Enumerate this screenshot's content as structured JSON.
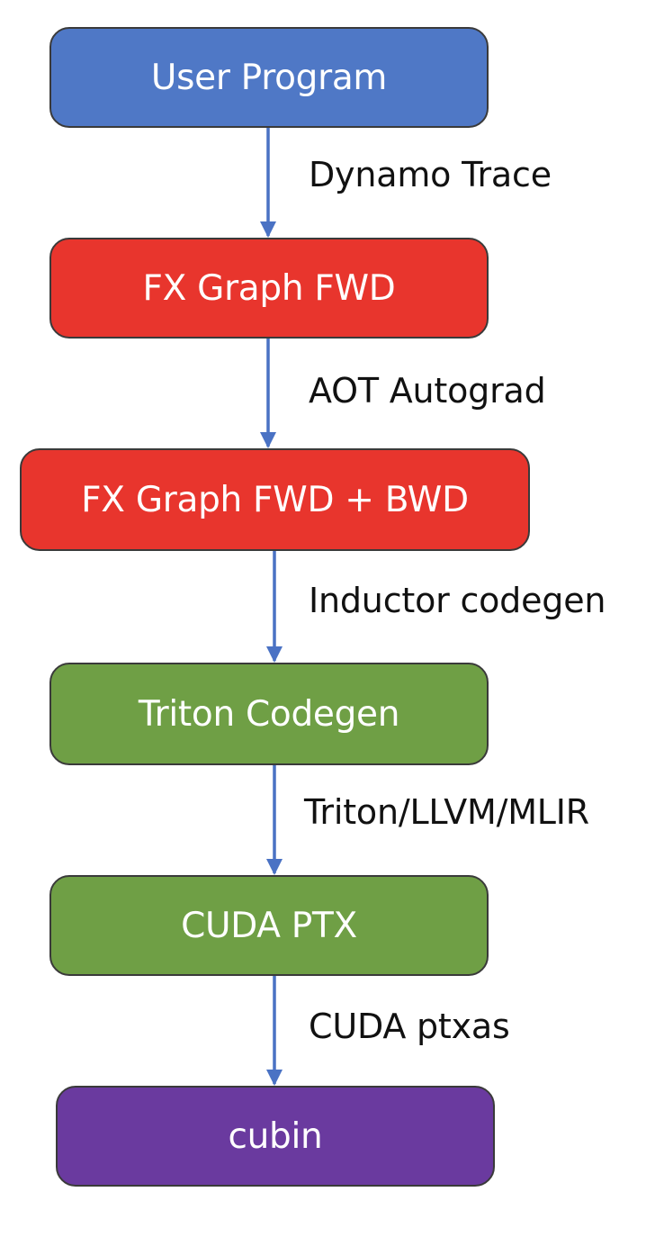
{
  "diagram": {
    "nodes": [
      {
        "id": "n1",
        "label": "User Program",
        "color": "#4f78c6"
      },
      {
        "id": "n2",
        "label": "FX Graph FWD",
        "color": "#e8352d"
      },
      {
        "id": "n3",
        "label": "FX Graph FWD + BWD",
        "color": "#e8352d"
      },
      {
        "id": "n4",
        "label": "Triton Codegen",
        "color": "#6f9f45"
      },
      {
        "id": "n5",
        "label": "CUDA PTX",
        "color": "#6f9f45"
      },
      {
        "id": "n6",
        "label": "cubin",
        "color": "#6a3a9f"
      }
    ],
    "edges": [
      {
        "from": "n1",
        "to": "n2",
        "label": "Dynamo Trace"
      },
      {
        "from": "n2",
        "to": "n3",
        "label": "AOT Autograd"
      },
      {
        "from": "n3",
        "to": "n4",
        "label": "Inductor codegen"
      },
      {
        "from": "n4",
        "to": "n5",
        "label": "Triton/LLVM/MLIR"
      },
      {
        "from": "n5",
        "to": "n6",
        "label": "CUDA ptxas"
      }
    ],
    "arrow_color": "#4a72c4"
  }
}
